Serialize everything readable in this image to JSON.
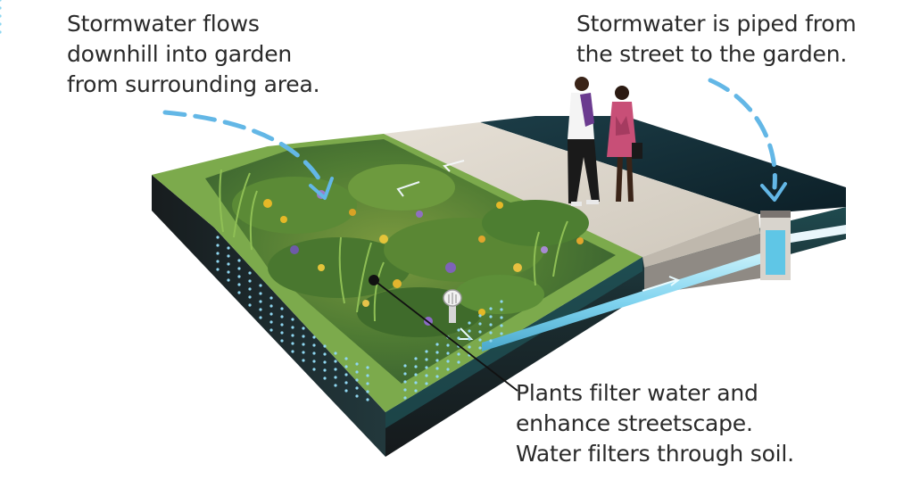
{
  "captions": {
    "surface_flow": {
      "lines": [
        "Stormwater flows",
        "downhill into garden",
        "from surrounding area."
      ]
    },
    "piped_flow": {
      "lines": [
        "Stormwater is piped from",
        "the street to the garden."
      ]
    },
    "filtering": {
      "lines": [
        "Plants filter water and",
        "enhance streetscape.",
        "Water filters through soil."
      ]
    }
  },
  "colors": {
    "water_arrow": "#63b7e6",
    "pipe": "#7fd3ef",
    "soil_dark": "#1e2326",
    "soil_teal": "#1f4a4f",
    "grass": "#6fa14a",
    "sidewalk": "#dad3c8",
    "street": "#122c36",
    "caption_text": "#2a2a2a"
  },
  "icons": {
    "surface_flow_arrow": "dashed-curved-arrow-icon",
    "piped_flow_arrow": "dashed-curved-arrow-icon",
    "leader_dot": "filled-circle-icon"
  }
}
